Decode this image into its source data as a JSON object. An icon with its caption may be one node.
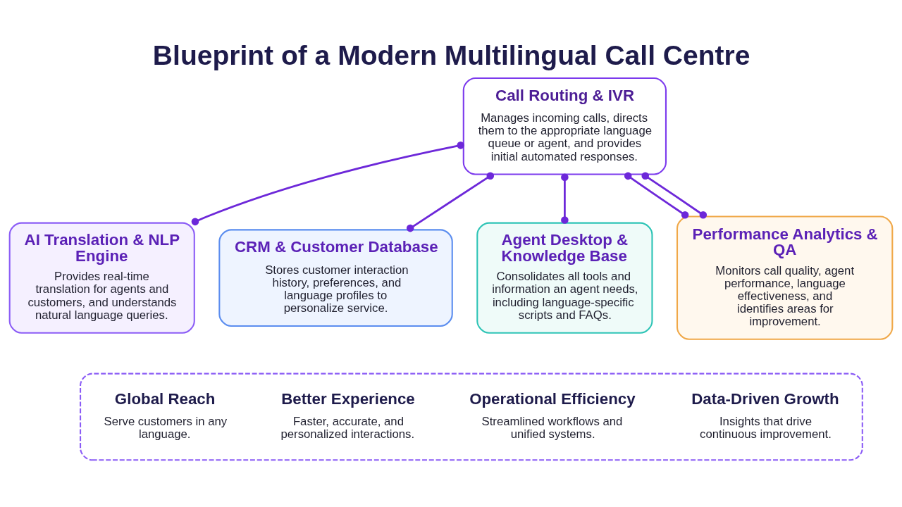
{
  "diagram": {
    "title": "Blueprint of a Modern Multilingual Call Centre",
    "nodes": [
      {
        "text": [
          "Call Routing & IVR",
          "Manages incoming calls, directs them to the appropriate language queue or agent, and provides initial automated responses."
        ]
      },
      {
        "text": [
          "AI Translation & NLP Engine",
          "Provides real-time translation for agents and customers, and understands natural language queries."
        ]
      },
      {
        "text": [
          "CRM & Customer Database",
          "Stores customer interaction history, preferences, and language profiles to personalize service."
        ]
      },
      {
        "text": [
          "Agent Desktop & Knowledge Base",
          "Consolidates all tools and information an agent needs, including language-specific scripts and FAQs."
        ]
      },
      {
        "text": [
          "Performance Analytics & QA",
          "Monitors call quality, agent performance, language effectiveness, and identifies areas for improvement."
        ]
      },
      {
        "text": [],
        "shape": "box"
      },
      {
        "text": [
          "Global Reach",
          "Serve customers in any language."
        ],
        "in": 5
      },
      {
        "text": [
          "Better Experience",
          "Faster, accurate, and personalized interactions."
        ],
        "in": 5
      },
      {
        "text": [
          "Operational Efficiency",
          "Streamlined workflows and unified systems."
        ],
        "in": 5
      },
      {
        "text": [
          "Data-Driven Growth",
          "Insights that drive continuous improvement."
        ],
        "in": 5
      }
    ],
    "edges": [
      {
        "from": 0,
        "to": 1,
        "arrow": "other"
      },
      {
        "from": 0,
        "to": 2,
        "arrow": "other"
      },
      {
        "from": 0,
        "to": 3,
        "arrow": "other"
      },
      {
        "from": 0,
        "to": 4,
        "arrow": "other"
      },
      {
        "from": 0,
        "to": 4,
        "arrow": "other"
      }
    ]
  }
}
